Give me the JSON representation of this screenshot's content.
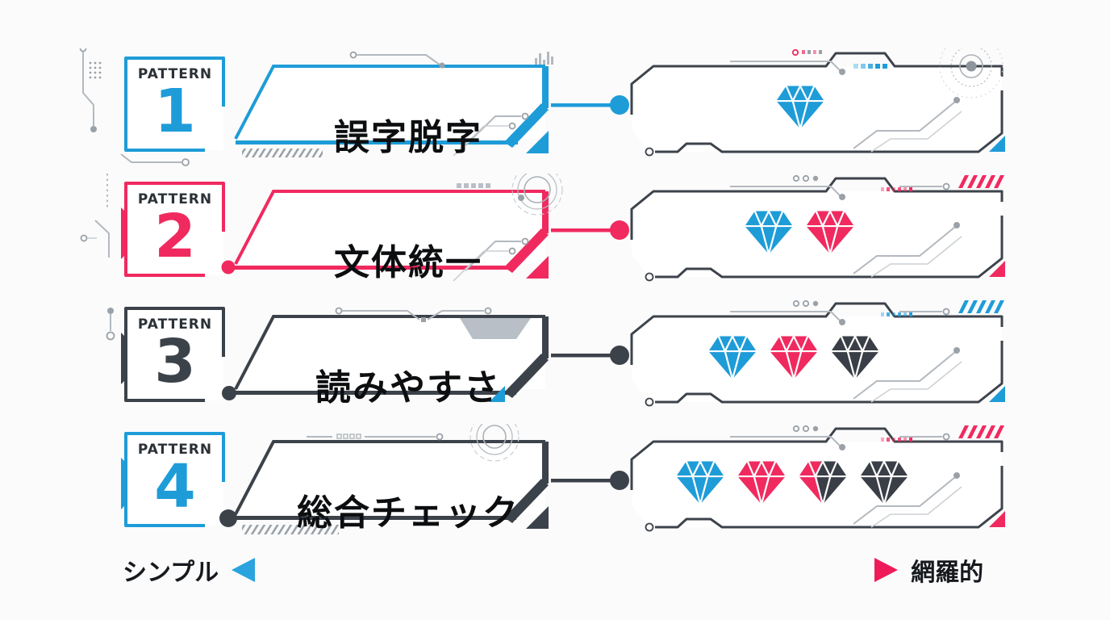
{
  "patterns": [
    {
      "badge": "PATTERN",
      "number": "1",
      "title": "誤字脱字",
      "color": "#1e9cd8",
      "banner_color": "#1e9cd8",
      "gem_count": 1,
      "gems": [
        "blue"
      ]
    },
    {
      "badge": "PATTERN",
      "number": "2",
      "title": "文体統一",
      "color": "#f02a5f",
      "banner_color": "#f02a5f",
      "gem_count": 2,
      "gems": [
        "blue",
        "pink"
      ]
    },
    {
      "badge": "PATTERN",
      "number": "3",
      "title": "読みやすさ",
      "color": "#3c424a",
      "banner_color": "#3c424a",
      "gem_count": 3,
      "gems": [
        "blue",
        "pink",
        "dark"
      ]
    },
    {
      "badge": "PATTERN",
      "number": "4",
      "title": "総合チェック",
      "color": "#1e9cd8",
      "banner_color": "#3c424a",
      "gem_count": 4,
      "gems": [
        "blue",
        "pink",
        "pink-dark",
        "dark"
      ]
    }
  ],
  "axis": {
    "left_label": "シンプル",
    "right_label": "網羅的",
    "from_color": "#2aa3de",
    "to_color": "#ee1b58"
  },
  "palette": {
    "blue": "#1e9cd8",
    "pink": "#f02a5f",
    "dark": "#3a3f47",
    "gray": "#9aa1a8",
    "background": "#fbfbfb"
  }
}
